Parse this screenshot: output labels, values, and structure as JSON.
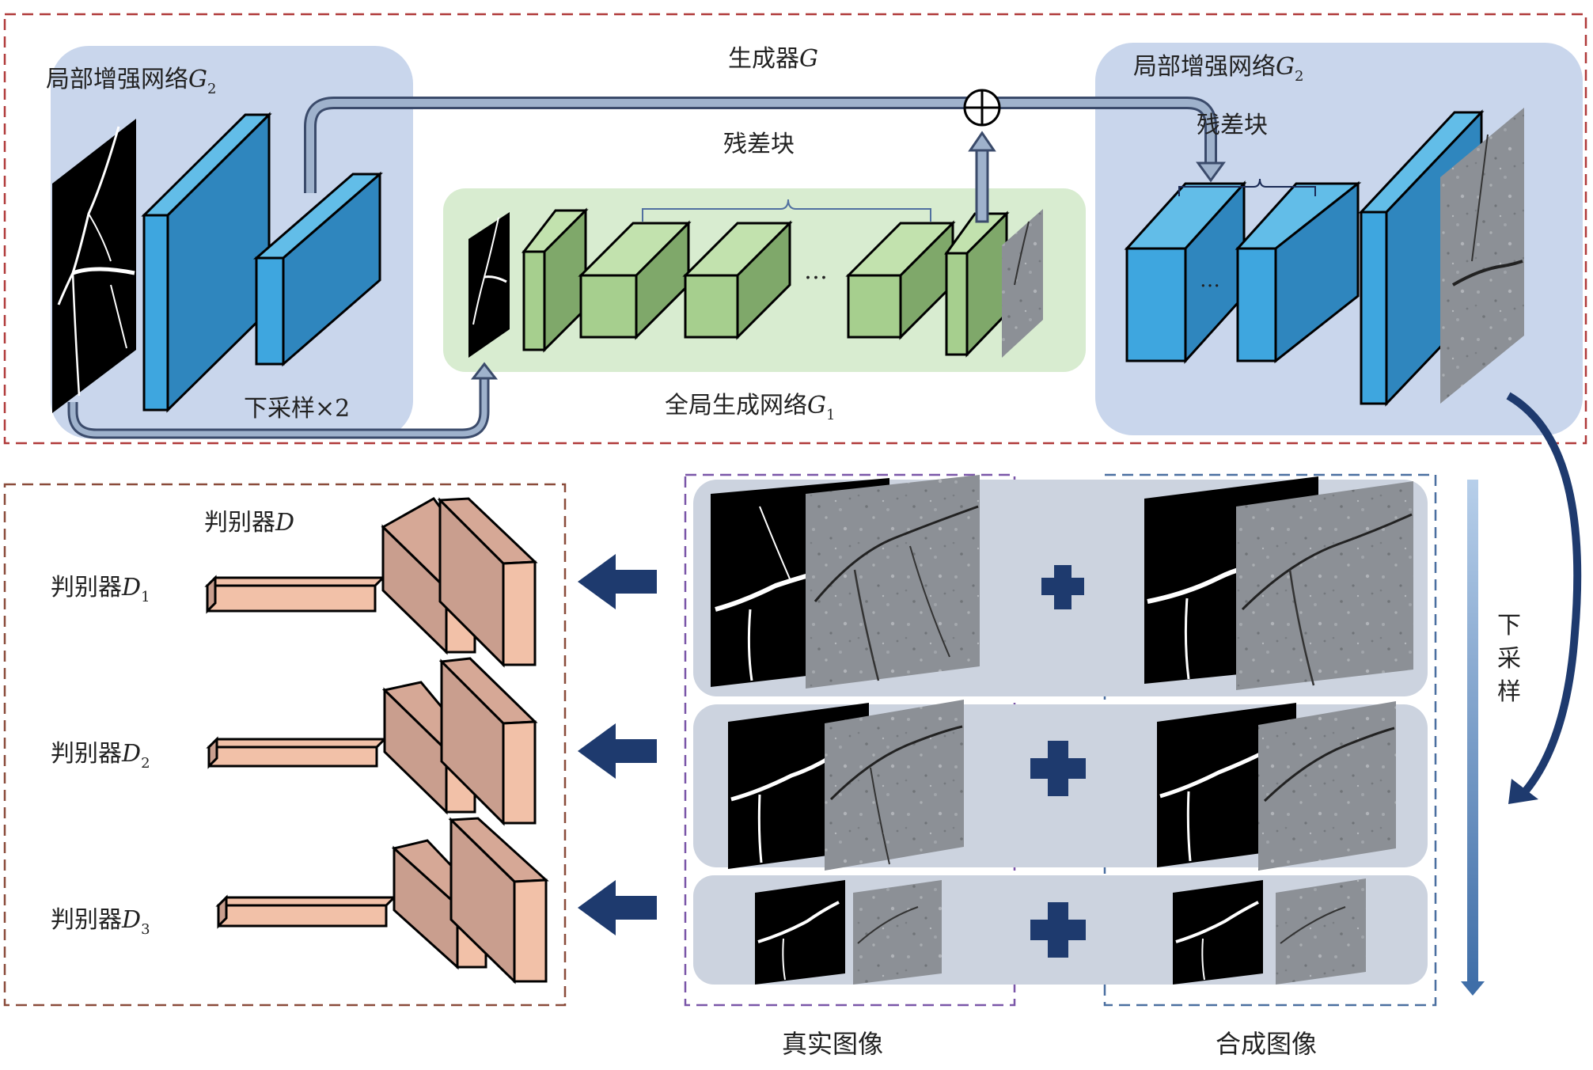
{
  "generator": {
    "title": "生成器",
    "title_symbol": "G",
    "local_left_label": "局部增强网络",
    "local_right_label": "局部增强网络",
    "local_symbol": "G",
    "local_subscript": "2",
    "downsample_label": "下采样×2",
    "residual_label_center": "残差块",
    "residual_label_right": "残差块",
    "global_label": "全局生成网络",
    "global_symbol": "G",
    "global_subscript": "1",
    "ellipsis": "…",
    "plus_symbol": "⊕"
  },
  "discriminator": {
    "title": "判别器",
    "title_symbol": "D",
    "items": [
      {
        "label": "判别器",
        "symbol": "D",
        "subscript": "1"
      },
      {
        "label": "判别器",
        "symbol": "D",
        "subscript": "2"
      },
      {
        "label": "判别器",
        "symbol": "D",
        "subscript": "3"
      }
    ]
  },
  "images": {
    "real_label": "真实图像",
    "synth_label": "合成图像",
    "downsample_vertical": [
      "下",
      "采",
      "样"
    ]
  },
  "colors": {
    "blue_face": "#3ea6df",
    "blue_side": "#2f86be",
    "green_face": "#a6cf8e",
    "green_side": "#7fa86a",
    "salmon_face": "#f2c1a8",
    "salmon_side": "#c99e8e",
    "panel_blue": "#c9d6ec",
    "panel_green": "#d8ecd0",
    "panel_gray": "#ccd3df",
    "dash_red": "#b03a3a",
    "dash_brown": "#8a4b3a",
    "dash_purple": "#7a56a8",
    "dash_blue": "#4a6fa0",
    "arrow_navy": "#1e3a6e"
  }
}
